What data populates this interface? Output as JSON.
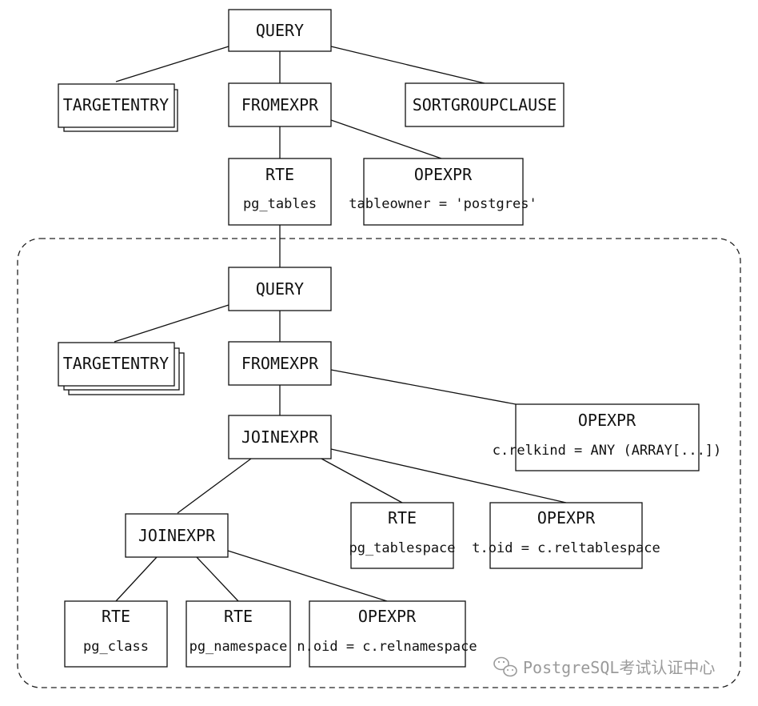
{
  "diagram": {
    "outer": {
      "query": "QUERY",
      "targetentry": "TARGETENTRY",
      "fromexpr": "FROMEXPR",
      "sortgroupclause": "SORTGROUPCLAUSE",
      "rte": {
        "title": "RTE",
        "sub": "pg_tables"
      },
      "opexpr": {
        "title": "OPEXPR",
        "sub": "tableowner = 'postgres'"
      }
    },
    "subquery": {
      "query": "QUERY",
      "targetentry": "TARGETENTRY",
      "fromexpr": "FROMEXPR",
      "opexpr_from": {
        "title": "OPEXPR",
        "sub": "c.relkind = ANY (ARRAY[...])"
      },
      "joinexpr_top": "JOINEXPR",
      "rte_tablespace": {
        "title": "RTE",
        "sub": "pg_tablespace"
      },
      "opexpr_join_top": {
        "title": "OPEXPR",
        "sub": "t.oid = c.reltablespace"
      },
      "joinexpr_inner": "JOINEXPR",
      "rte_class": {
        "title": "RTE",
        "sub": "pg_class"
      },
      "rte_namespace": {
        "title": "RTE",
        "sub": "pg_namespace"
      },
      "opexpr_join_inner": {
        "title": "OPEXPR",
        "sub": "n.oid = c.relnamespace"
      }
    }
  },
  "watermark": {
    "icon": "wechat-icon",
    "text": "PostgreSQL考试认证中心"
  }
}
